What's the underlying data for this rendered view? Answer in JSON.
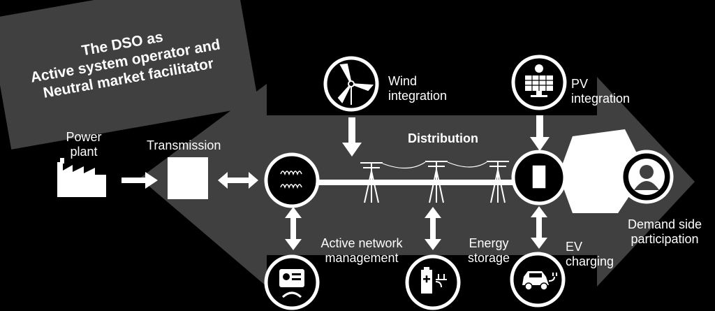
{
  "title": {
    "line1": "The DSO as",
    "line2": "Active system operator and",
    "line3": "Neutral market facilitator"
  },
  "labels": {
    "power_plant_1": "Power",
    "power_plant_2": "plant",
    "transmission": "Transmission",
    "distribution": "Distribution",
    "wind_1": "Wind",
    "wind_2": "integration",
    "pv_1": "PV",
    "pv_2": "integration",
    "demand_1": "Demand side",
    "demand_2": "participation",
    "ann_1": "Active network",
    "ann_2": "management",
    "storage_1": "Energy",
    "storage_2": "storage",
    "ev_1": "EV",
    "ev_2": "charging"
  },
  "icons": [
    "factory-icon",
    "transformer-icon",
    "wind-turbine-icon",
    "solar-panel-icon",
    "meter-icon",
    "person-icon",
    "dashboard-icon",
    "battery-icon",
    "ev-car-icon",
    "pylon-icon"
  ],
  "colors": {
    "arrow": "#404040",
    "box": "#404040",
    "line": "#ffffff",
    "background": "#000000"
  }
}
